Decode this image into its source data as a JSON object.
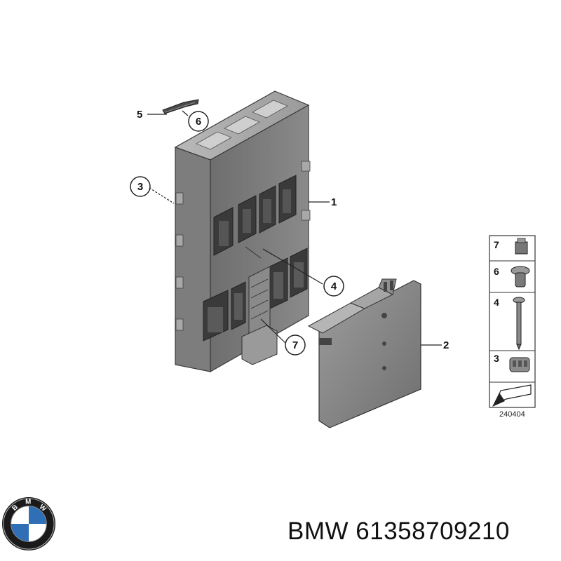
{
  "diagram": {
    "callouts": [
      "1",
      "2",
      "3",
      "4",
      "5",
      "6",
      "7"
    ],
    "legend": {
      "items": [
        {
          "number": "7",
          "part": "fuse-icon"
        },
        {
          "number": "6",
          "part": "clip-nut-icon"
        },
        {
          "number": "4",
          "part": "screw-icon"
        },
        {
          "number": "3",
          "part": "connector-plug-icon"
        }
      ],
      "reference": "240404"
    }
  },
  "logo": {
    "letters": "BMW",
    "colors": {
      "blue": "#2f6fb5",
      "white": "#ffffff",
      "ring": "#1a1a1a"
    }
  },
  "caption": {
    "brand": "BMW",
    "part_number": "61358709210"
  }
}
